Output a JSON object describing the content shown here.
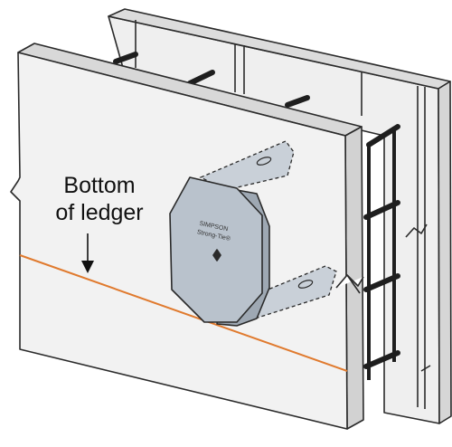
{
  "diagram": {
    "callout": {
      "line1": "Bottom",
      "line2": "of ledger"
    },
    "connector": {
      "brand": "SIMPSON",
      "product": "Strong-Tie®"
    },
    "colors": {
      "outline": "#2a2a2a",
      "foam_face": "#ececec",
      "foam_edge": "#d8d8d8",
      "ties": "#1e1e1e",
      "ledger_line": "#e07a2e",
      "connector_plate": "#b9c2cc",
      "straps": "#c9d0d8"
    }
  }
}
